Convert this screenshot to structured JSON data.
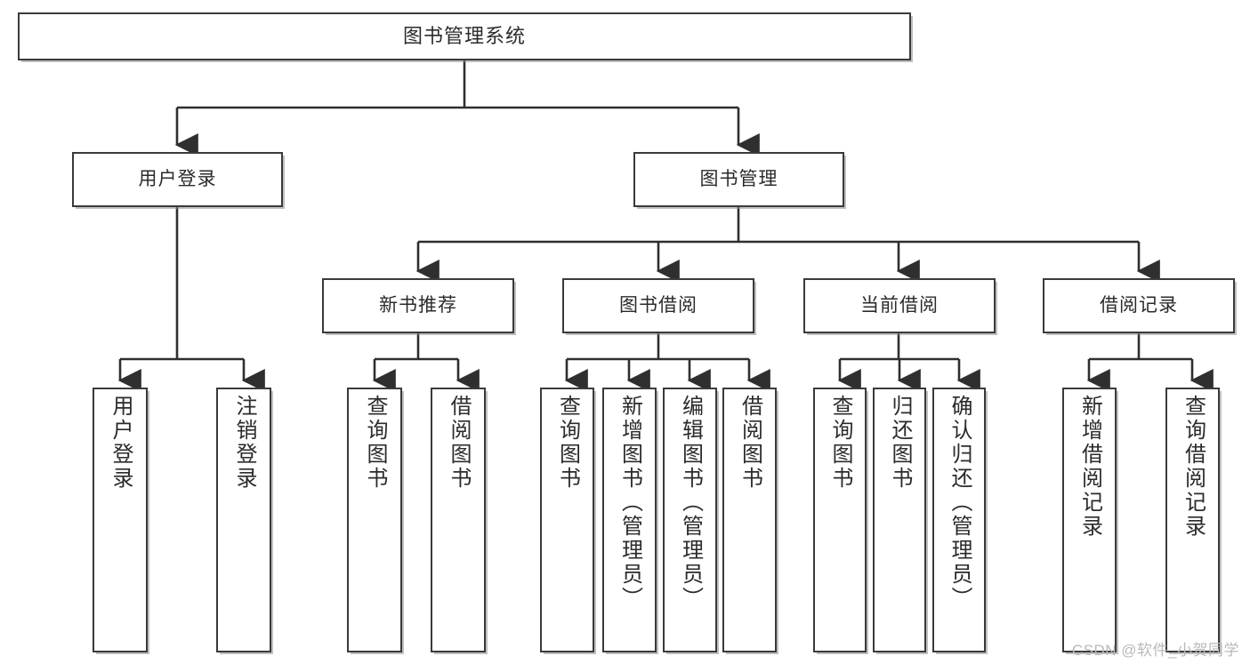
{
  "diagram": {
    "title": "图书管理系统",
    "type": "tree-hierarchy-diagram",
    "watermark": "CSDN @软件_小贺同学",
    "colors": {
      "box_border": "#3a3a3a",
      "box_fill": "#ffffff",
      "connector": "#2f2f2f",
      "text": "#2b2b2b",
      "watermark": "#b9b9b9",
      "background": "#ffffff"
    },
    "root": {
      "label": "图书管理系统"
    },
    "level1": [
      {
        "label": "用户登录"
      },
      {
        "label": "图书管理"
      }
    ],
    "level2": [
      {
        "label": "新书推荐"
      },
      {
        "label": "图书借阅"
      },
      {
        "label": "当前借阅"
      },
      {
        "label": "借阅记录"
      }
    ],
    "leaves": {
      "user_login": [
        {
          "label": "用户登录"
        },
        {
          "label": "注销登录"
        }
      ],
      "new_book_recommend": [
        {
          "label": "查询图书"
        },
        {
          "label": "借阅图书"
        }
      ],
      "book_borrow": [
        {
          "label": "查询图书"
        },
        {
          "label": "新增图书（管理员）"
        },
        {
          "label": "编辑图书（管理员）"
        },
        {
          "label": "借阅图书"
        }
      ],
      "current_borrow": [
        {
          "label": "查询图书"
        },
        {
          "label": "归还图书"
        },
        {
          "label": "确认归还（管理员）"
        }
      ],
      "borrow_record": [
        {
          "label": "新增借阅记录"
        },
        {
          "label": "查询借阅记录"
        }
      ]
    }
  }
}
